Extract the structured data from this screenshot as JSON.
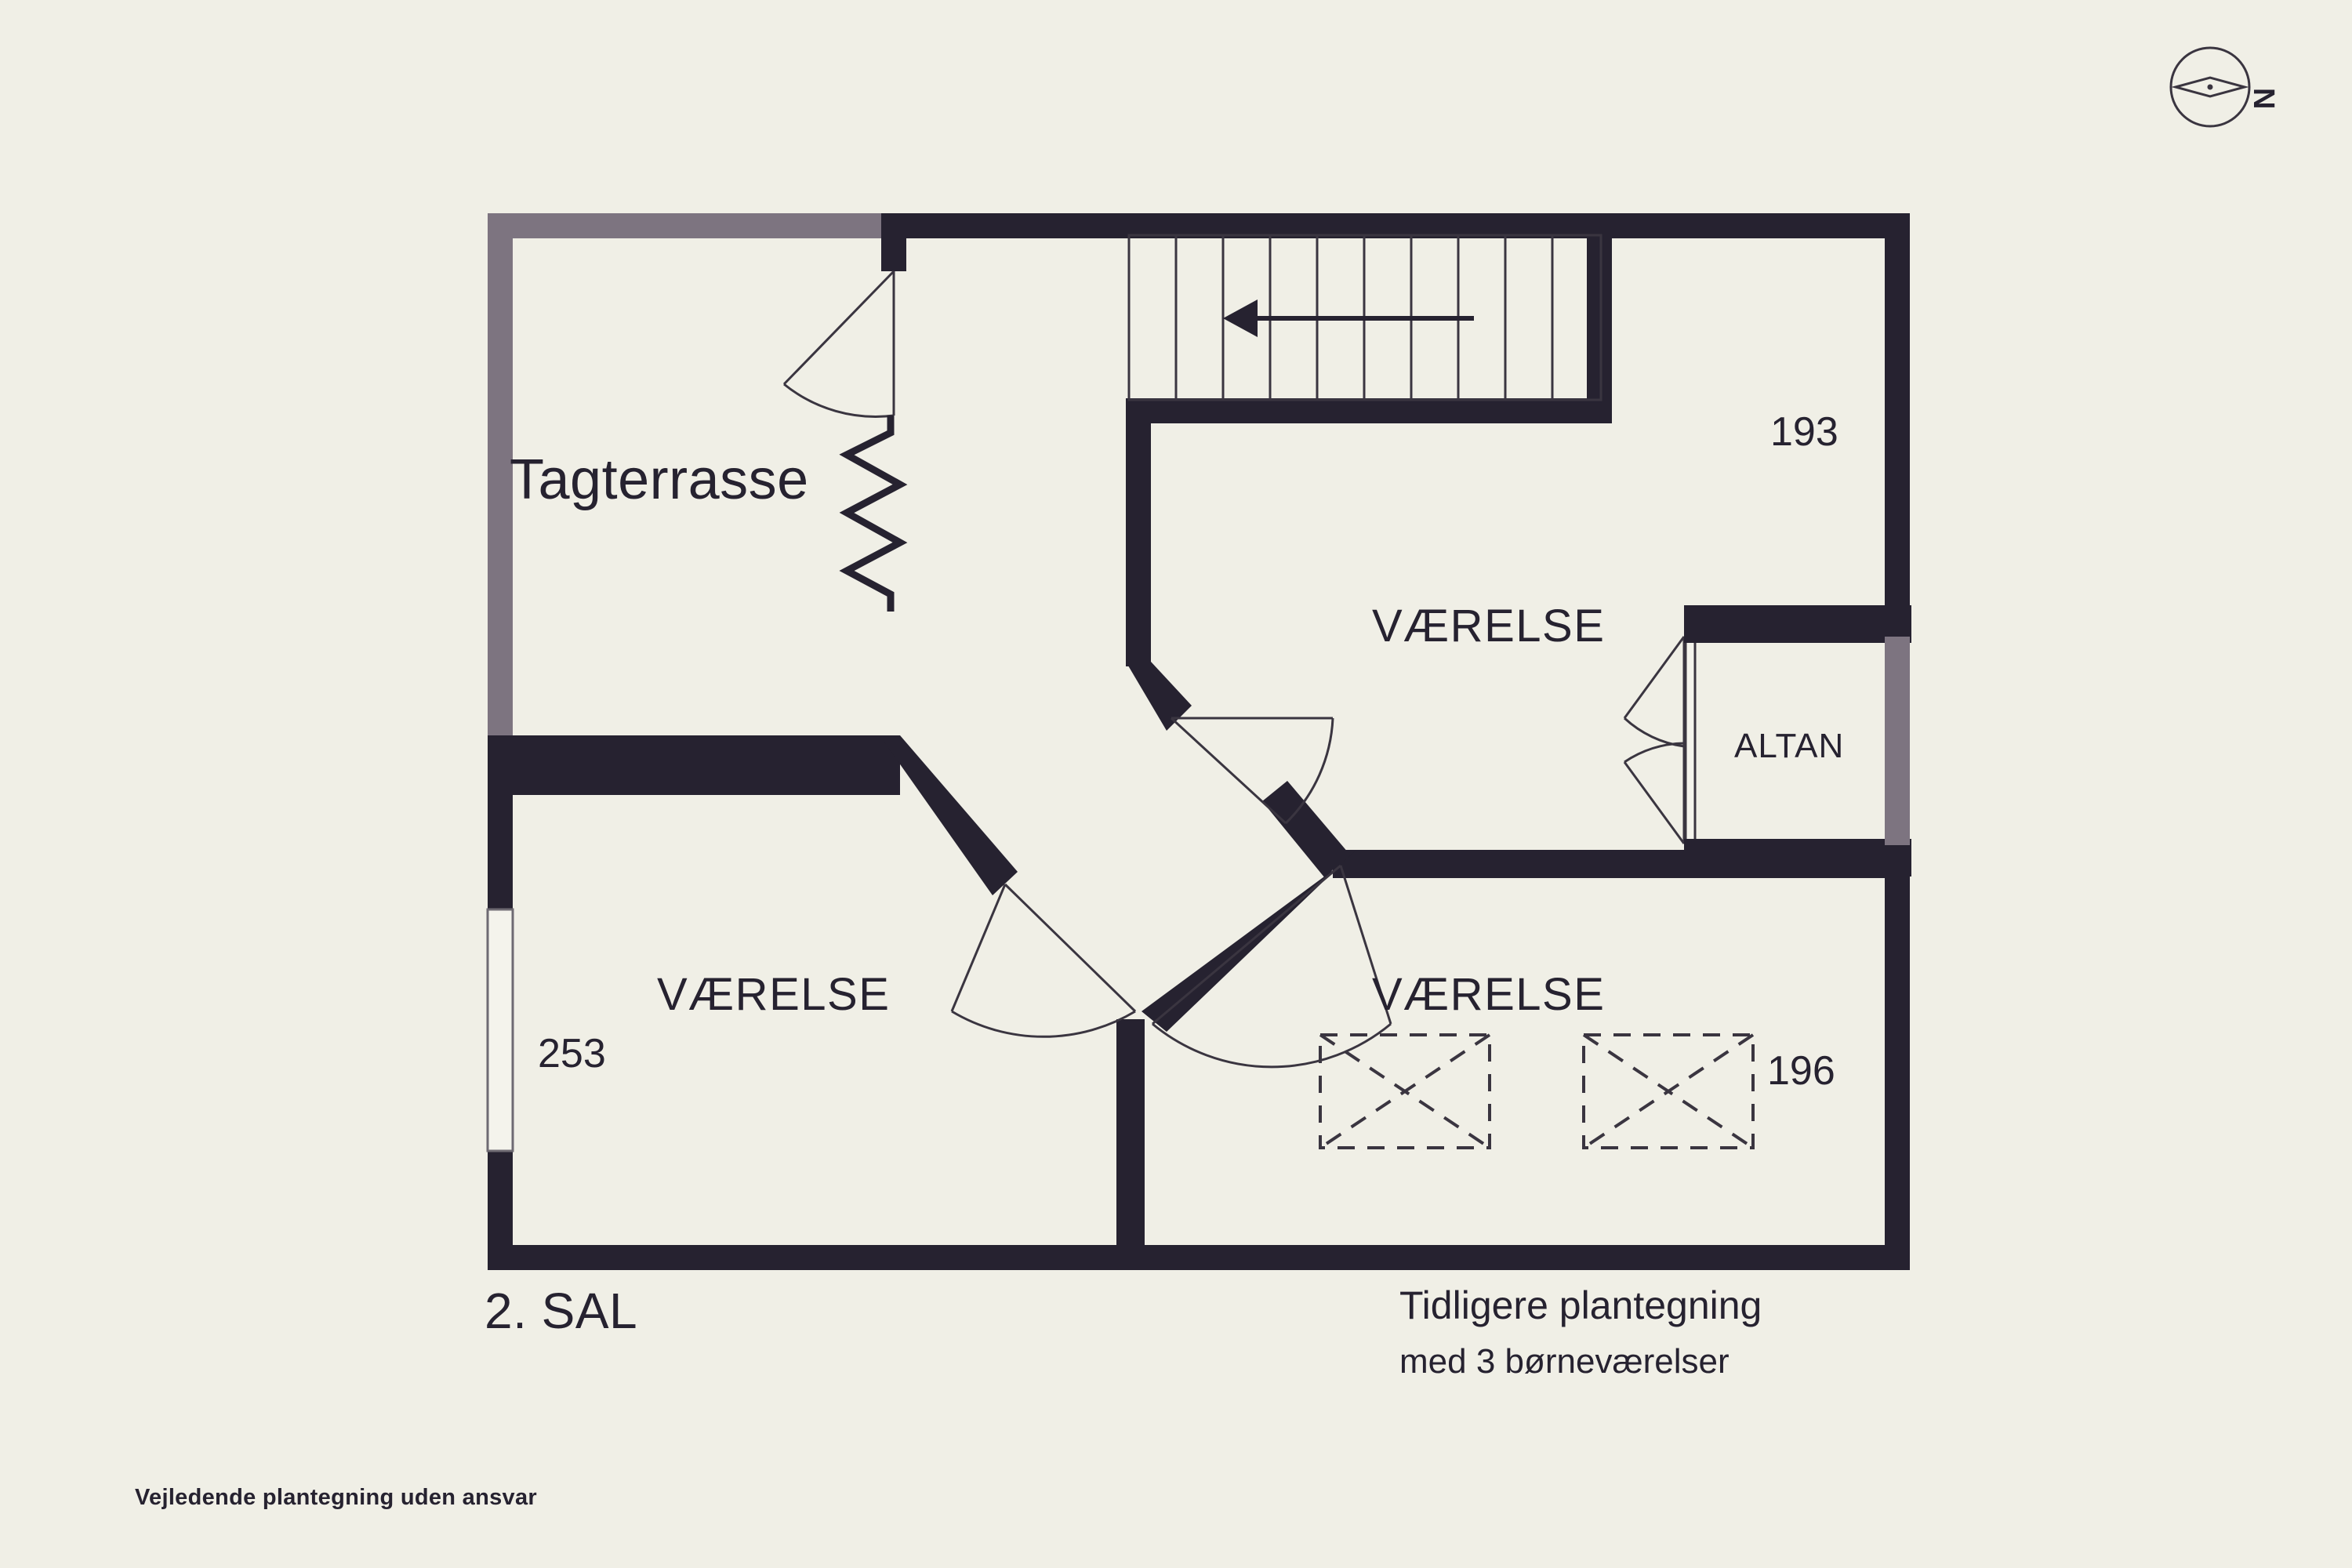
{
  "page": {
    "background_color": "#f0efe6",
    "wall_color": "#262230",
    "terrace_wall_color": "#7d7480",
    "line_color": "#3a3540"
  },
  "floorplan": {
    "floor_title": "2. SAL",
    "rooms": [
      {
        "name": "Tagterrasse",
        "label": "Tagterrasse",
        "area_number": null
      },
      {
        "name": "vaerelse-top-right",
        "label": "VÆRELSE",
        "area_number": "193"
      },
      {
        "name": "vaerelse-bottom-left",
        "label": "VÆRELSE",
        "area_number": "253"
      },
      {
        "name": "vaerelse-bottom-right",
        "label": "VÆRELSE",
        "area_number": "196"
      },
      {
        "name": "altan",
        "label": "ALTAN",
        "area_number": null
      }
    ],
    "room_labels": {
      "tagterrasse": "Tagterrasse",
      "vaerelse_top": "VÆRELSE",
      "vaerelse_left": "VÆRELSE",
      "vaerelse_right": "VÆRELSE",
      "altan": "ALTAN"
    },
    "area_numbers": {
      "top_right": "193",
      "bottom_left": "253",
      "bottom_right": "196"
    },
    "stairs": {
      "tread_count": 10,
      "direction_arrow": "left-arrow"
    },
    "doors": [
      {
        "id": "terrace-door",
        "swing": "left"
      },
      {
        "id": "hall-door-upper",
        "swing": "right"
      },
      {
        "id": "hall-door-left",
        "swing": "left"
      },
      {
        "id": "hall-door-right",
        "swing": "right"
      },
      {
        "id": "altan-door-upper",
        "swing": "left"
      },
      {
        "id": "altan-door-lower",
        "swing": "left"
      }
    ],
    "windows": [
      {
        "id": "window-left-wall"
      }
    ],
    "skylights": [
      {
        "id": "skylight-left"
      },
      {
        "id": "skylight-right"
      }
    ]
  },
  "annotations": {
    "note_main": "Tidligere plantegning",
    "note_sub": "med 3 børneværelser",
    "footer": "Vejledende plantegning uden ansvar"
  },
  "compass": {
    "north_label": "N",
    "icon": "compass-rose-icon"
  }
}
